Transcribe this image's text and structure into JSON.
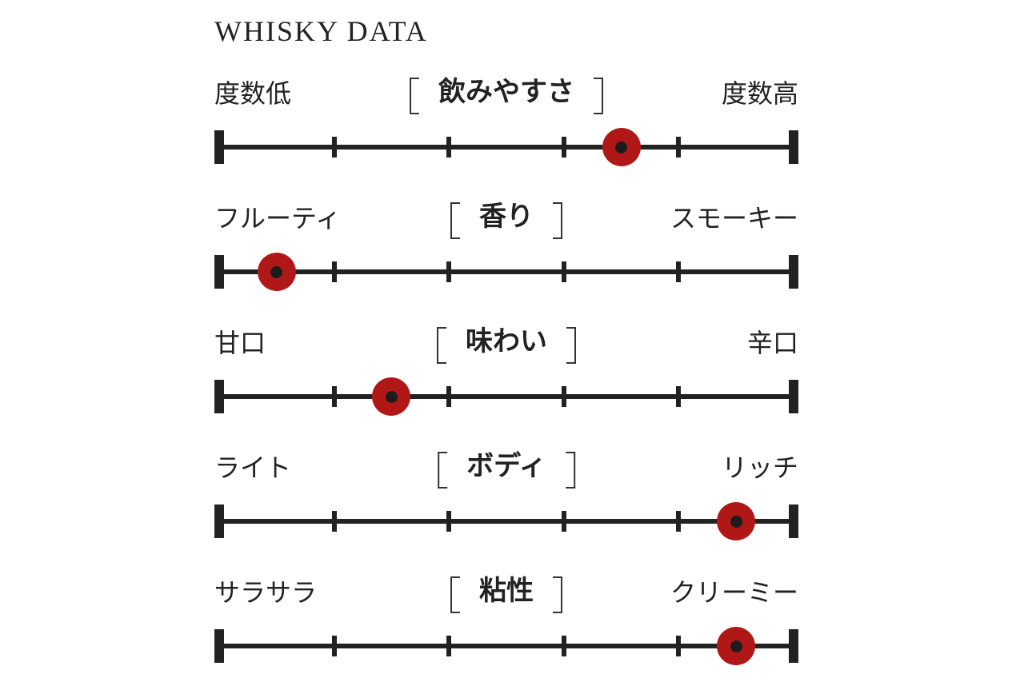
{
  "title": "WHISKY DATA",
  "scale_max": 5,
  "marker_color": "#b01818",
  "rows": [
    {
      "heading": "飲みやすさ",
      "left": "度数低",
      "right": "度数高",
      "value": 3.5
    },
    {
      "heading": "香り",
      "left": "フルーティ",
      "right": "スモーキー",
      "value": 0.5
    },
    {
      "heading": "味わい",
      "left": "甘口",
      "right": "辛口",
      "value": 1.5
    },
    {
      "heading": "ボディ",
      "left": "ライト",
      "right": "リッチ",
      "value": 4.5
    },
    {
      "heading": "粘性",
      "left": "サラサラ",
      "right": "クリーミー",
      "value": 4.5
    }
  ]
}
